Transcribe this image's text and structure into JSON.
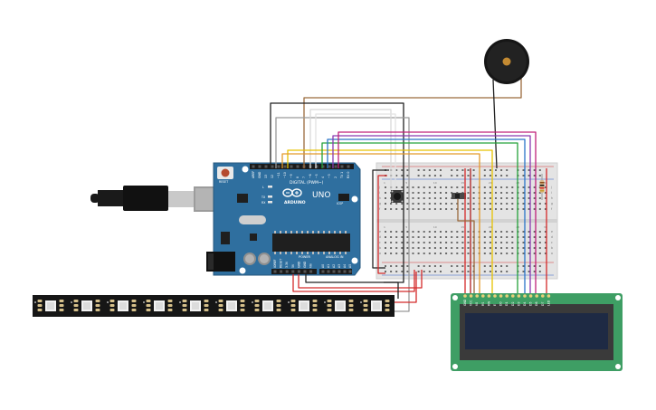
{
  "arduino": {
    "brand": "ARDUINO",
    "model": "UNO",
    "digital_header_label": "DIGITAL (PWM~)",
    "power_label": "POWER",
    "analog_label": "ANALOG IN",
    "reset_label": "RESET",
    "icsp_label": "ICSP",
    "led_labels": [
      "L",
      "TX",
      "RX"
    ],
    "digital_pins": [
      "AREF",
      "GND",
      "13",
      "12",
      "~11",
      "~10",
      "~9",
      "8",
      "7",
      "~6",
      "~5",
      "4",
      "~3",
      "2",
      "TX 1",
      "RX 0"
    ],
    "power_pins": [
      "IOREF",
      "RESET",
      "3.3V",
      "5V",
      "GND",
      "GND",
      "Vin"
    ],
    "analog_pins": [
      "A0",
      "A1",
      "A2",
      "A3",
      "A4",
      "A5"
    ]
  },
  "breadboard": {
    "column_numbers": [
      "1",
      "5",
      "10",
      "15",
      "20",
      "25",
      "30"
    ],
    "row_letters": [
      "a",
      "b",
      "c",
      "d",
      "e",
      "f",
      "g",
      "h",
      "i",
      "j"
    ]
  },
  "lcd": {
    "pin_labels": [
      "GND",
      "VCC",
      "V0",
      "RS",
      "RW",
      "E",
      "D0",
      "D1",
      "D2",
      "D3",
      "D4",
      "D5",
      "D6",
      "D7",
      "LED"
    ]
  },
  "led_strip": {
    "pixel_count": 10
  },
  "colors": {
    "arduino_board": "#2f6f9f",
    "breadboard": "#e4e4e4",
    "lcd_pcb": "#3e9e64",
    "lcd_screen": "#1e2a44",
    "led_strip": "#161616",
    "wire_brown": "#9a6a3c",
    "wire_black": "#222222",
    "wire_gray": "#9a9a9a",
    "wire_white": "#d8d8d8",
    "wire_yellow": "#e6c200",
    "wire_orange": "#e39a2a",
    "wire_green": "#23a23a",
    "wire_blue": "#2a74c8",
    "wire_purple": "#8a3ab0",
    "wire_magenta": "#c0207a",
    "wire_red": "#d42a2a"
  }
}
